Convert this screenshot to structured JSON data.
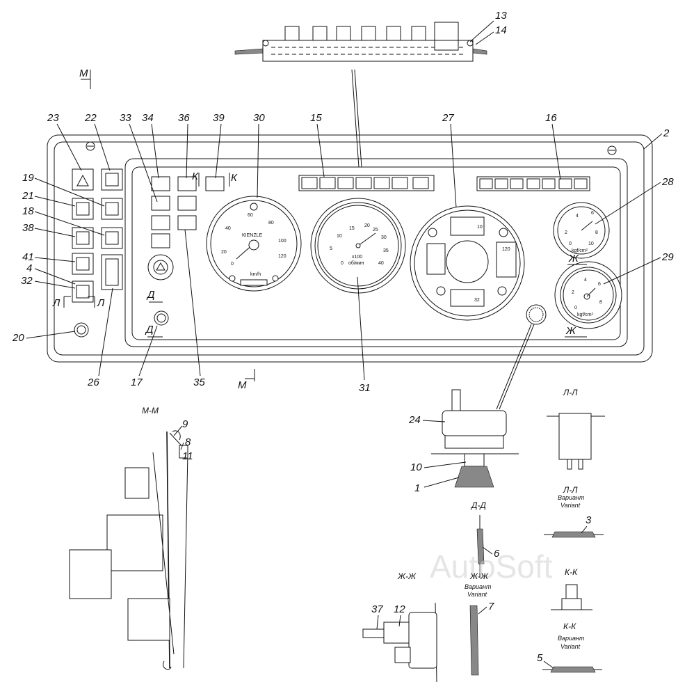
{
  "callouts": {
    "c1": "1",
    "c2": "2",
    "c3": "3",
    "c4": "4",
    "c5": "5",
    "c6": "6",
    "c7": "7",
    "c8": "8",
    "c9": "9",
    "c10": "10",
    "c11": "11",
    "c12": "12",
    "c13": "13",
    "c14": "14",
    "c15": "15",
    "c16": "16",
    "c17": "17",
    "c18": "18",
    "c19": "19",
    "c20": "20",
    "c21": "21",
    "c22": "22",
    "c23": "23",
    "c24": "24",
    "c26": "26",
    "c27": "27",
    "c28": "28",
    "c29": "29",
    "c30": "30",
    "c31": "31",
    "c32": "32",
    "c33": "33",
    "c34": "34",
    "c35": "35",
    "c36": "36",
    "c37": "37",
    "c38": "38",
    "c39": "39",
    "c41": "41"
  },
  "section_marks": {
    "m": "М",
    "k": "К",
    "zh": "Ж",
    "d": "Д",
    "l": "Л"
  },
  "section_titles": {
    "mm": "М-М",
    "ll": "Л-Л",
    "ll_variant": "Л-Л",
    "dd": "Д-Д",
    "zhzh": "Ж-Ж",
    "zhzh_variant": "Ж-Ж",
    "kk": "К-К",
    "kk_variant": "К-К",
    "variant_ru": "Вариант",
    "variant_en": "Variant"
  },
  "speedometer": {
    "brand": "KIENZLE",
    "ticks": [
      "0",
      "20",
      "40",
      "60",
      "80",
      "100",
      "120"
    ],
    "unit": "km/h"
  },
  "tachometer": {
    "ticks": [
      "0",
      "5",
      "10",
      "15",
      "20",
      "25",
      "30",
      "35",
      "40"
    ],
    "multiplier": "x100",
    "unit": "об/мин"
  },
  "combo_gauge": {
    "val_10": "10",
    "val_120": "120",
    "val_32": "32"
  },
  "gauge_28": {
    "ticks": [
      "0",
      "2",
      "4",
      "6",
      "8",
      "10"
    ],
    "unit": "kgf/cm²"
  },
  "gauge_29": {
    "ticks": [
      "0",
      "2",
      "4",
      "6",
      "8"
    ],
    "unit": "kgf/cm²"
  },
  "watermark": "AutoSoft"
}
